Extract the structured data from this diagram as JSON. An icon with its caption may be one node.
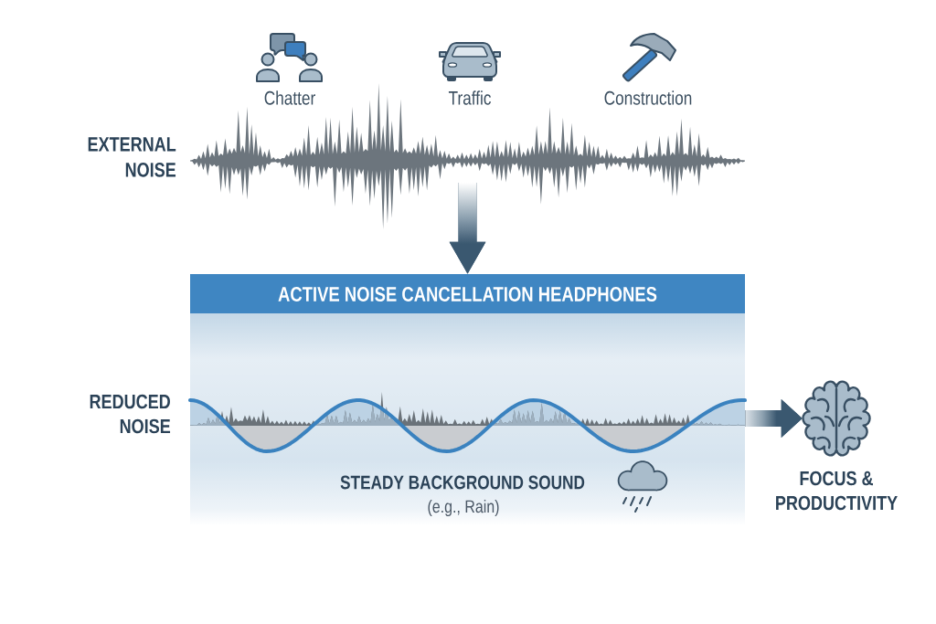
{
  "diagram": {
    "nodes": [
      {
        "text": [],
        "shape": "picture",
        "beside": [
          "EXTERNAL NOISE"
        ]
      },
      {
        "text": [
          "ACTIVE NOISE CANCELLATION HEADPHONES",
          "STEADY BACKGROUND SOUND",
          "(e.g., Rain)"
        ],
        "beside": [
          "REDUCED NOISE"
        ]
      },
      {
        "text": [],
        "shape": "picture",
        "beside": [
          "FOCUS & PRODUCTIVITY"
        ]
      }
    ],
    "edges": [
      {
        "from": 0,
        "to": 1,
        "arrow": "to"
      },
      {
        "from": 1,
        "to": 2,
        "arrow": "to"
      }
    ],
    "labels": [
      "Chatter",
      "Traffic",
      "Construction"
    ]
  }
}
